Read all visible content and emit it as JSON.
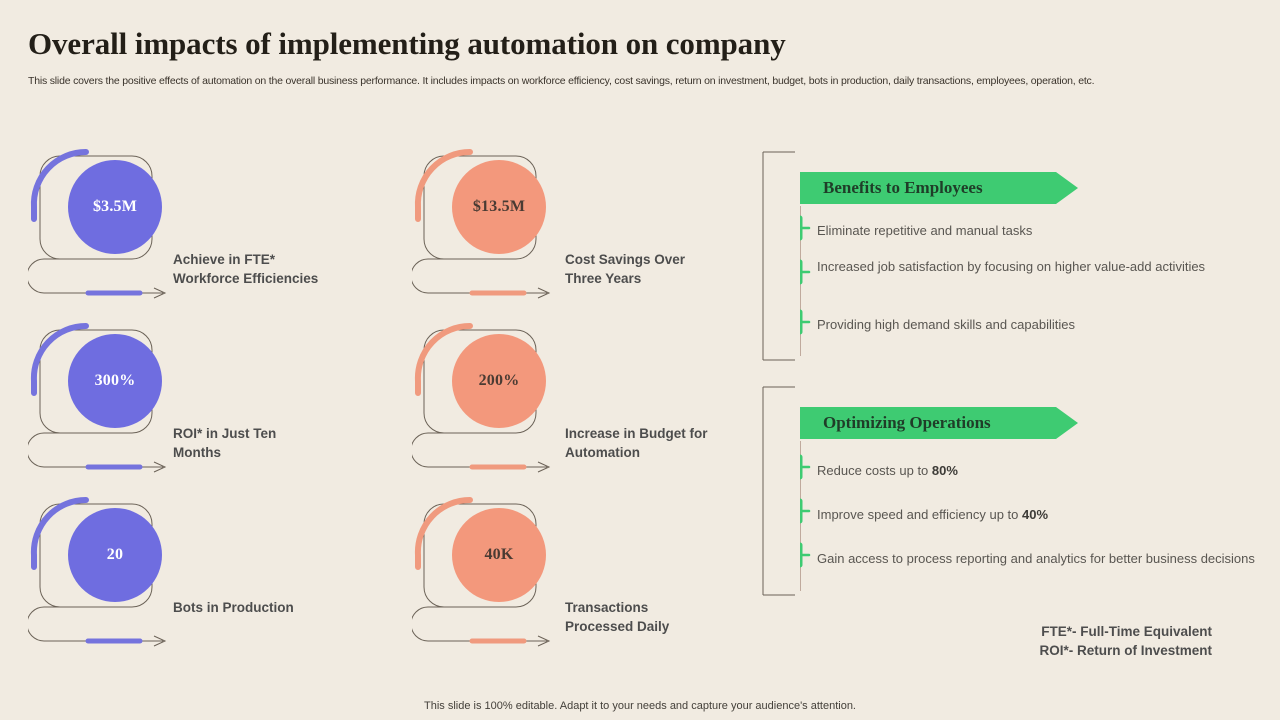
{
  "theme": {
    "background": "#f1ebe1",
    "purple": "#6f6de0",
    "purple_arc": "#7573dd",
    "blue_dot": "#1f6fd0",
    "orange": "#f3987c",
    "orange_arc": "#f09a7e",
    "green": "#3ecb72",
    "outline": "#6b6257",
    "title_color": "#231f18",
    "label_color": "#4d4d4d",
    "body_color": "#595651"
  },
  "header": {
    "title": "Overall impacts of implementing automation on company",
    "subtitle": "This slide covers the positive effects of automation on the overall business performance. It includes impacts on workforce efficiency, cost savings, return on investment, budget, bots in production, daily transactions, employees, operation, etc."
  },
  "kpis": [
    {
      "value": "$3.5M",
      "label": "Achieve in FTE*\nWorkforce Efficiencies",
      "color": "purple"
    },
    {
      "value": "$13.5M",
      "label": "Cost Savings Over\nThree Years",
      "color": "orange"
    },
    {
      "value": "300%",
      "label": "ROI* in Just Ten\nMonths",
      "color": "purple"
    },
    {
      "value": "200%",
      "label": "Increase in Budget for\nAutomation",
      "color": "orange"
    },
    {
      "value": "20",
      "label": "Bots in Production",
      "color": "purple"
    },
    {
      "value": "40K",
      "label": "Transactions\nProcessed Daily",
      "color": "orange"
    }
  ],
  "panels": [
    {
      "title": "Benefits to Employees",
      "bullets": [
        {
          "text": "Eliminate repetitive and  manual tasks"
        },
        {
          "text": "Increased job satisfaction by focusing on higher value-add activities"
        },
        {
          "text": "Providing high demand skills and capabilities"
        }
      ]
    },
    {
      "title": "Optimizing Operations",
      "bullets": [
        {
          "prefix": "Reduce costs up to ",
          "strong": "80%",
          "suffix": ""
        },
        {
          "prefix": "Improve speed and efficiency up to ",
          "strong": "40%",
          "suffix": ""
        },
        {
          "text": "Gain access to process reporting and analytics for better business decisions"
        }
      ]
    }
  ],
  "legend": {
    "line1": "FTE*- Full-Time Equivalent",
    "line2": "ROI*- Return of Investment"
  },
  "footer": {
    "text": "This slide is 100% editable. Adapt it to your needs and capture your audience's attention."
  }
}
